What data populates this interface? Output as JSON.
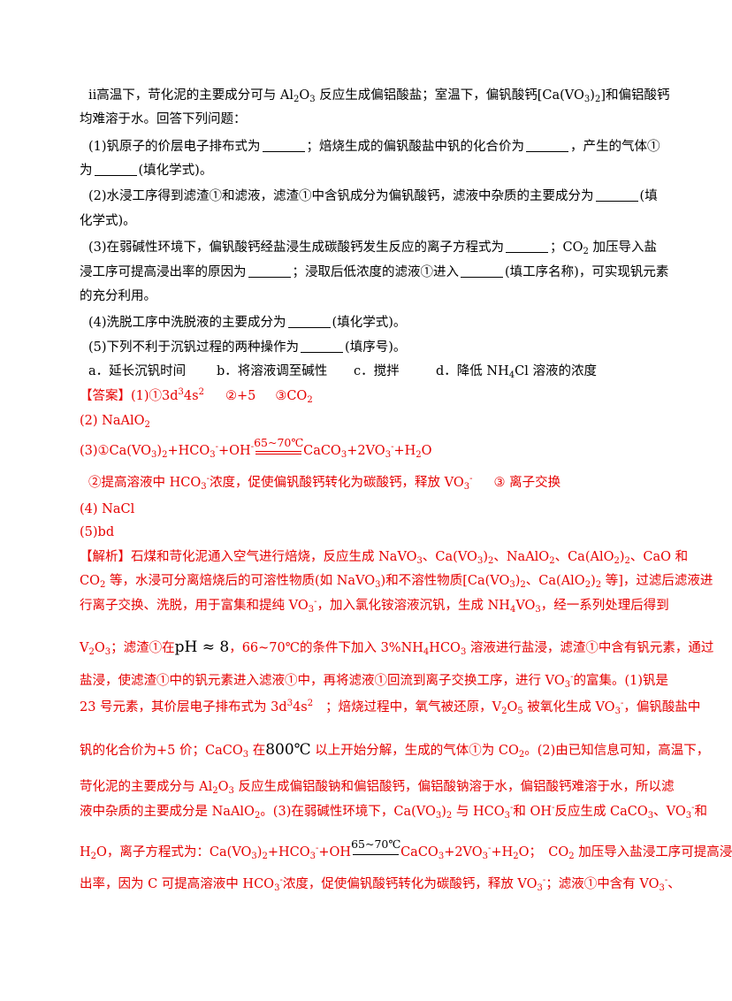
{
  "question": {
    "note": {
      "p1": "ⅱ高温下，苛化泥的主要成分可与 Al",
      "p2": "O",
      "p3": " 反应生成偏铝酸盐；室温下，偏钒酸钙[Ca(VO",
      "p4": ")",
      "p5": "]和偏铝酸钙",
      "line2": "均难溶于水。回答下列问题："
    },
    "q1": {
      "a": "(1)钒原子的价层电子排布式为",
      "b": "；焙烧生成的偏钒酸盐中钒的化合价为",
      "c": "，产生的气体①",
      "d": "为",
      "e": "(填化学式)。"
    },
    "q2": {
      "a": "(2)水浸工序得到滤渣①和滤液，滤渣①中含钒成分为偏钒酸钙，滤液中杂质的主要成分为",
      "b": "(填",
      "c": "化学式)。"
    },
    "q3": {
      "a": "(3)在弱碱性环境下，偏钒酸钙经盐浸生成碳酸钙发生反应的离子方程式为",
      "b": "；CO",
      "c": " 加压导入盐",
      "d": "浸工序可提高浸出率的原因为",
      "e": "；浸取后低浓度的滤液①进入",
      "f": "(填工序名称)，可实现钒元素",
      "g": "的充分利用。"
    },
    "q4": {
      "a": "(4)洗脱工序中洗脱液的主要成分为",
      "b": "(填化学式)。"
    },
    "q5": {
      "a": "(5)下列不利于沉钒过程的两种操作为",
      "b": "(填序号)。"
    },
    "options": {
      "a": "a．延长沉钒时间",
      "b": "b．将溶液调至碱性",
      "c": "c．搅拌",
      "d1": "d．降低 NH",
      "d2": "Cl 溶液的浓度"
    }
  },
  "answer": {
    "label": "【答案】",
    "a1": "(1)①3d",
    "a1sup1": "3",
    "a1mid": "4s",
    "a1sup2": "2",
    "a1b": "②+5",
    "a1c": "③CO",
    "a2": "(2) NaAlO",
    "a3a": "(3)①Ca(VO",
    "a3b": ")",
    "a3c": "+HCO",
    "a3d": "+OH",
    "a3cond": "65~70℃",
    "a3e": "CaCO",
    "a3f": "+2VO",
    "a3g": "+H",
    "a3h": "O",
    "a3i": "②提高溶液中 HCO",
    "a3j": "浓度，促使偏钒酸钙转化为碳酸钙，释放 VO",
    "a3k": "③ 离子交换",
    "a4": "(4) NaCl",
    "a5": "(5)bd"
  },
  "analysis": {
    "label": "【解析】",
    "l1": "石煤和苛化泥通入空气进行焙烧，反应生成 NaVO",
    "l1b": "、Ca(VO",
    "l1c": ")",
    "l1d": "、NaAlO",
    "l1e": "、Ca(AlO",
    "l1f": ")",
    "l1g": "、CaO 和",
    "l2a": "CO",
    "l2b": " 等，水浸可分离焙烧后的可溶性物质(如 NaVO",
    "l2c": ")和不溶性物质[Ca(VO",
    "l2d": ")",
    "l2e": "、Ca(AlO",
    "l2f": ")",
    "l2g": " 等]，过滤后滤液进",
    "l3a": "行离子交换、洗脱，用于富集和提纯 VO",
    "l3b": "，加入氯化铵溶液沉钒，生成 NH",
    "l3c": "VO",
    "l3d": "，经一系列处理后得到",
    "l4a": "V",
    "l4b": "O",
    "l4c": "；滤渣①在",
    "l4ph": "pH ≈ 8",
    "l4d": "，66~70℃的条件下加入 3%NH",
    "l4e": "HCO",
    "l4f": " 溶液进行盐浸，滤渣①中含有钒元素，通过",
    "l5a": "盐浸，使滤渣①中的钒元素进入滤液①中，再将滤液①回流到离子交换工序，进行 VO",
    "l5b": "的富集。(1)钒是",
    "l6a": "23 号元素，其价层电子排布式为 3d",
    "l6b": "4s",
    "l6c": "；焙烧过程中，氧气被还原，V",
    "l6d": "O",
    "l6e": " 被氧化生成 VO",
    "l6f": "，偏钒酸盐中",
    "l7a": "钒的化合价为+5 价；CaCO",
    "l7b": " 在",
    "l7t": "800℃",
    "l7c": " 以上开始分解，生成的气体①为 CO",
    "l7d": "。(2)由已知信息可知，高温下，",
    "l8a": "苛化泥的主要成分与 Al",
    "l8b": "O",
    "l8c": " 反应生成偏铝酸钠和偏铝酸钙，偏铝酸钠溶于水，偏铝酸钙难溶于水，所以滤",
    "l9a": "液中杂质的主要成分是 NaAlO",
    "l9b": "。(3)在弱碱性环境下，Ca(VO",
    "l9c": ")",
    "l9d": " 与 HCO",
    "l9e": "和 OH",
    "l9f": "反应生成 CaCO",
    "l9g": "、VO",
    "l9h": "和",
    "l10a": "H",
    "l10b": "O，离子方程式为：Ca(VO",
    "l10c": ")",
    "l10d": "+HCO",
    "l10e": "+OH",
    "l10cond": "65~70℃",
    "l10f": "CaCO",
    "l10g": "+2VO",
    "l10h": "+H",
    "l10i": "O；　CO",
    "l10j": " 加压导入盐浸工序可提高浸",
    "l11a": "出率，因为 C 可提高溶液中 HCO",
    "l11b": "浓度，促使偏钒酸钙转化为碳酸钙，释放 VO",
    "l11c": "；滤液①中含有 VO",
    "l11d": "、"
  },
  "sym": {
    "two": "2",
    "three": "3",
    "four": "4",
    "five": "5",
    "minus": "-"
  }
}
